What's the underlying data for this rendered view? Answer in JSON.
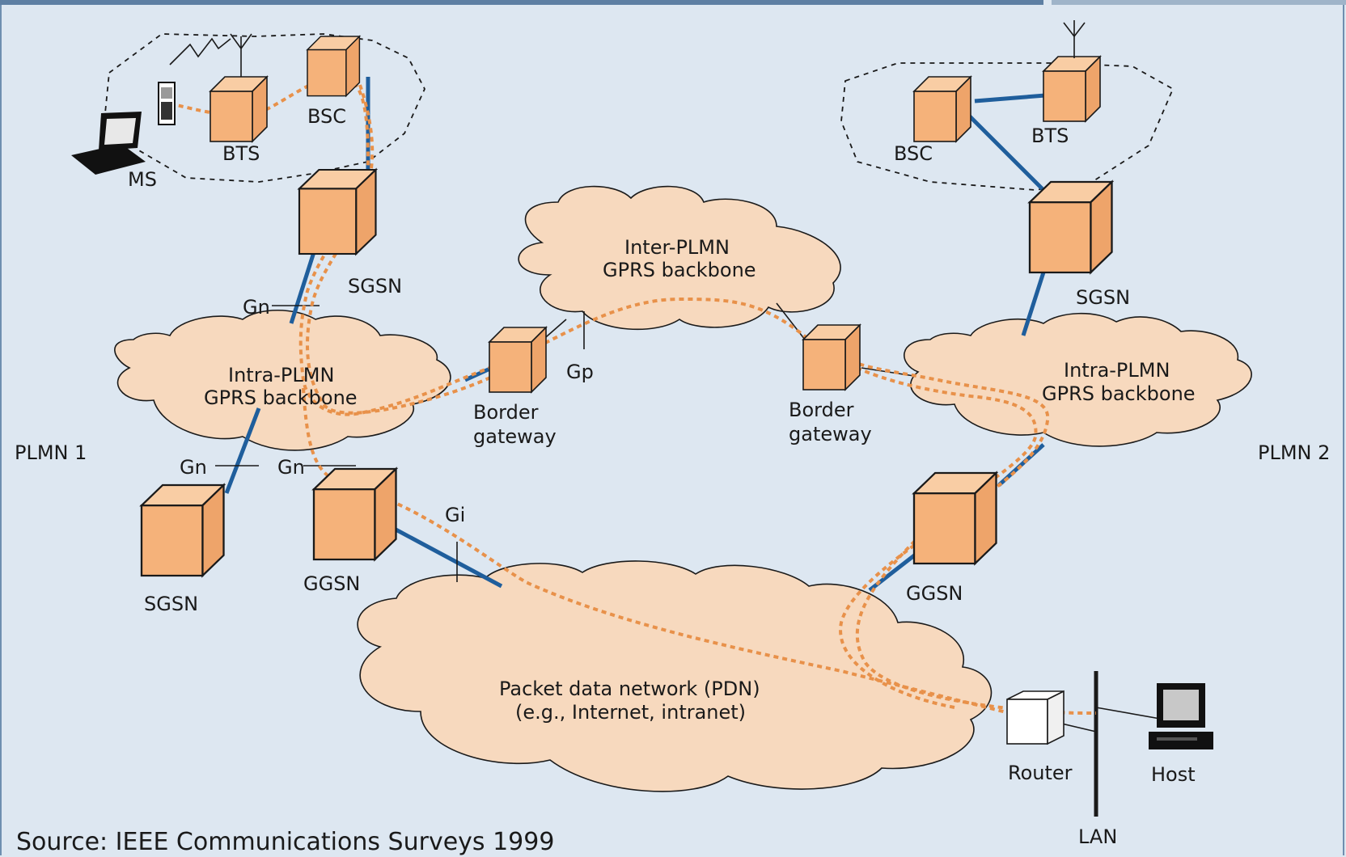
{
  "labels": {
    "ms": "MS",
    "bts_left": "BTS",
    "bsc_left": "BSC",
    "sgsn_top_left": "SGSN",
    "gn_1": "Gn",
    "intra_left_1": "Intra-PLMN",
    "intra_left_2": "GPRS backbone",
    "plmn1": "PLMN 1",
    "gn_2": "Gn",
    "gn_3": "Gn",
    "sgsn_bottom_left": "SGSN",
    "ggsn_left": "GGSN",
    "gi": "Gi",
    "inter_1": "Inter-PLMN",
    "inter_2": "GPRS backbone",
    "gp": "Gp",
    "bg_left_1": "Border",
    "bg_left_2": "gateway",
    "bg_right_1": "Border",
    "bg_right_2": "gateway",
    "bsc_right": "BSC",
    "bts_right": "BTS",
    "sgsn_right": "SGSN",
    "intra_right_1": "Intra-PLMN",
    "intra_right_2": "GPRS backbone",
    "plmn2": "PLMN 2",
    "ggsn_right": "GGSN",
    "pdn_1": "Packet data network (PDN)",
    "pdn_2": "(e.g., Internet, intranet)",
    "router": "Router",
    "host": "Host",
    "lan": "LAN"
  },
  "source": "Source: IEEE Communications Surveys 1999",
  "colors": {
    "background": "#dde7f1",
    "node": "#f5b27a",
    "cloud": "#f7d9be",
    "link": "#1f5e9c",
    "route": "#e8914a"
  }
}
